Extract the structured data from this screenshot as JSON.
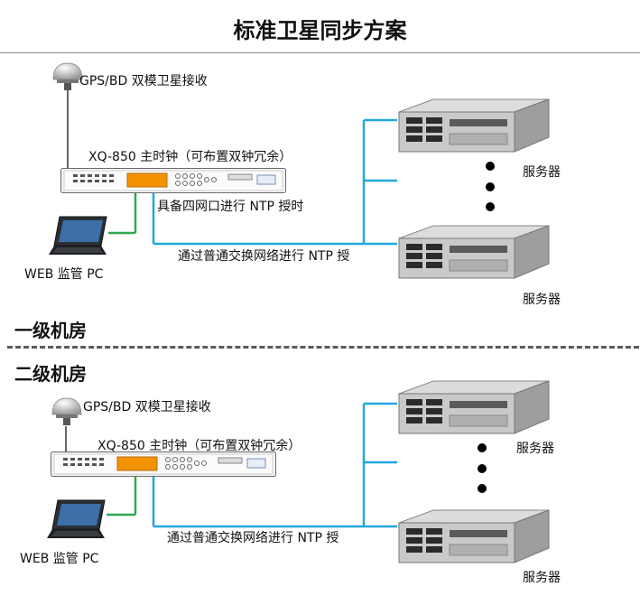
{
  "title": "标准卫星同步方案",
  "level1": {
    "section_label": "一级机房",
    "antenna_label": "GPS/BD 双模卫星接收",
    "clock_label": "XQ-850 主时钟（可布置双钟冗余）",
    "port_label": "具备四网口进行 NTP 授时",
    "network_label": "通过普通交换网络进行 NTP 授",
    "pc_label": "WEB 监管 PC",
    "server_top_label": "服务器",
    "server_bottom_label": "服务器",
    "clock_display_text": "-- -- --"
  },
  "level2": {
    "section_label": "二级机房",
    "antenna_label": "GPS/BD 双模卫星接收",
    "clock_label": "XQ-850 主时钟（可布置双钟冗余）",
    "network_label": "通过普通交换网络进行 NTP 授",
    "pc_label": "WEB 监管 PC",
    "server_top_label": "服务器",
    "server_bottom_label": "服务器",
    "clock_display_text": "-- -- --"
  },
  "colors": {
    "network_line": "#22a7df",
    "pc_link": "#2fa84f",
    "antenna_cable": "#666666",
    "clock_display": "#f39200",
    "divider": "#5a5a5a"
  },
  "icons": {
    "antenna": "gps-antenna-icon",
    "clock": "rack-clock-icon",
    "server": "rack-server-icon",
    "pc": "laptop-icon"
  }
}
